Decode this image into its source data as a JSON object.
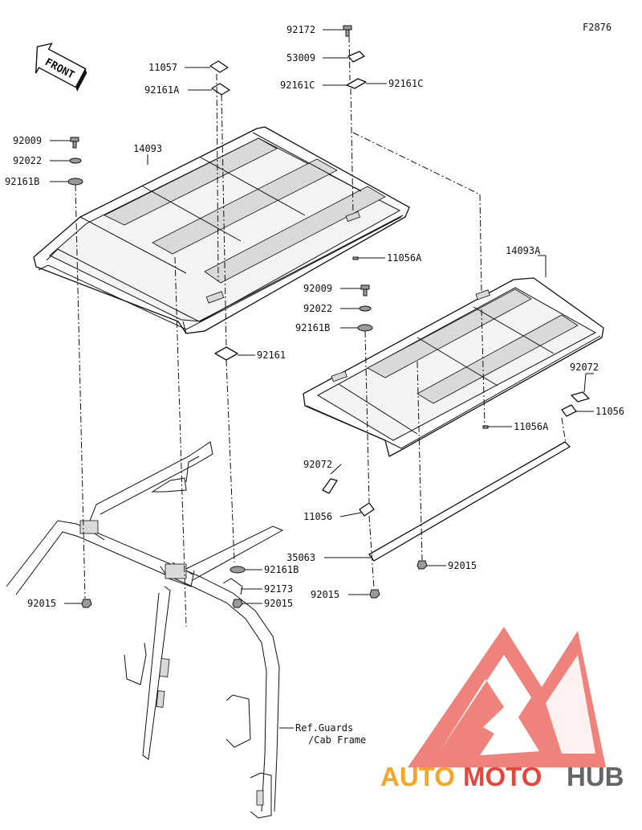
{
  "figure_code": "F2876",
  "front_label": "FRONT",
  "ref_note": [
    "Ref.Guards",
    "/Cab Frame"
  ],
  "parts": {
    "p92172": "92172",
    "p53009": "53009",
    "p92161C_left": "92161C",
    "p92161C_right": "92161C",
    "p11057": "11057",
    "p92161A": "92161A",
    "p92009_left": "92009",
    "p92022_left": "92022",
    "p92161B_left": "92161B",
    "p14093": "14093",
    "p11056A_top": "11056A",
    "p92009_right": "92009",
    "p92022_right": "92022",
    "p92161B_right": "92161B",
    "p14093A": "14093A",
    "p92161": "92161",
    "p92072_right": "92072",
    "p11056_right": "11056",
    "p11056A_bottom": "11056A",
    "p92072_left": "92072",
    "p11056_left": "11056",
    "p35063": "35063",
    "p92015_center": "92015",
    "p92161B_bottom": "92161B",
    "p92173": "92173",
    "p92015_bottom": "92015",
    "p92015_left": "92015",
    "p92015_right": "92015"
  },
  "watermark": {
    "text_a": "AUTO",
    "text_b": "MOTO",
    "text_c": "HUB",
    "color_red": "#e8463c",
    "color_orange": "#f5a623",
    "color_gray": "#666666"
  }
}
